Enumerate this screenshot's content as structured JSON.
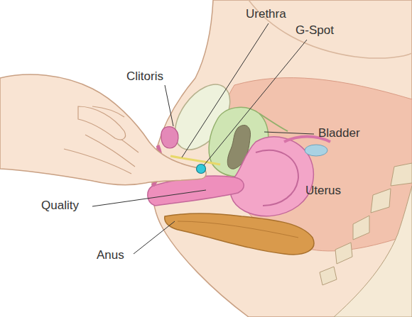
{
  "diagram": {
    "labels": [
      "Urethra",
      "G-Spot",
      "Clitoris",
      "Bladder",
      "Uterus",
      "Quality",
      "Anus"
    ]
  }
}
